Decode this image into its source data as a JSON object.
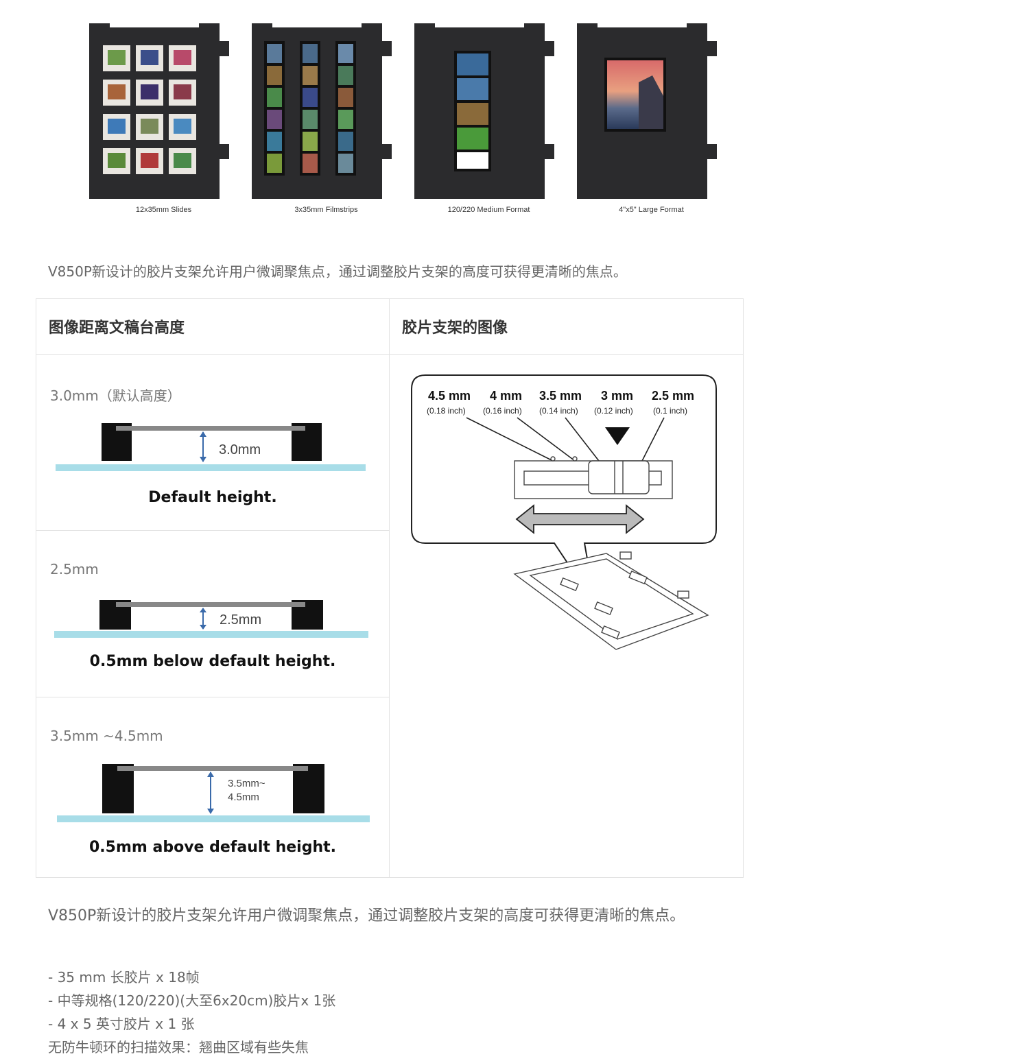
{
  "holders": [
    {
      "caption": "12x35mm Slides"
    },
    {
      "caption": "3x35mm Filmstrips"
    },
    {
      "caption": "120/220 Medium Format"
    },
    {
      "caption": "4\"x5\" Large Format"
    }
  ],
  "intro": "V850P新设计的胶片支架允许用户微调聚焦点，通过调整胶片支架的高度可获得更清晰的焦点。",
  "table": {
    "col1_header": "图像距离文稿台高度",
    "col2_header": "胶片支架的图像",
    "rows": [
      {
        "label": "3.0mm（默认高度）",
        "gap_label": "3.0mm",
        "caption": "Default height."
      },
      {
        "label": "2.5mm",
        "gap_label": "2.5mm",
        "caption": "0.5mm below default height."
      },
      {
        "label": "3.5mm ~4.5mm",
        "gap_label_1": "3.5mm~",
        "gap_label_2": "4.5mm",
        "caption": "0.5mm above default height."
      }
    ],
    "callout": {
      "heights": [
        {
          "mm": "4.5 mm",
          "inch": "(0.18 inch)"
        },
        {
          "mm": "4 mm",
          "inch": "(0.16 inch)"
        },
        {
          "mm": "3.5 mm",
          "inch": "(0.14 inch)"
        },
        {
          "mm": "3 mm",
          "inch": "(0.12 inch)"
        },
        {
          "mm": "2.5 mm",
          "inch": "(0.1 inch)"
        }
      ]
    }
  },
  "bottom_text": "V850P新设计的胶片支架允许用户微调聚焦点，通过调整胶片支架的高度可获得更清晰的焦点。",
  "list": [
    "- 35 mm 长胶片 x 18帧",
    "- 中等规格(120/220)(大至6x20cm)胶片x 1张",
    "-  4 x 5 英寸胶片 x 1 张",
    "无防牛顿环的扫描效果：翘曲区域有些失焦"
  ]
}
